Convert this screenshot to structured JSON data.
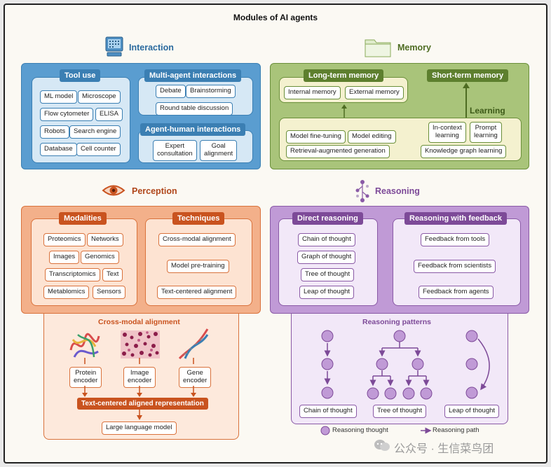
{
  "title": "Modules of AI agents",
  "interaction": {
    "title": "Interaction",
    "tool_use": {
      "header": "Tool use",
      "items": [
        "ML model",
        "Microscope",
        "Flow cytometer",
        "ELISA",
        "Robots",
        "Search engine",
        "Database",
        "Cell counter"
      ]
    },
    "multi_agent": {
      "header": "Multi-agent interactions",
      "items": [
        "Debate",
        "Brainstorming",
        "Round table discussion"
      ]
    },
    "agent_human": {
      "header": "Agent-human interactions",
      "items": [
        "Expert\nconsultation",
        "Goal\nalignment"
      ]
    }
  },
  "memory": {
    "title": "Memory",
    "long_term": {
      "header": "Long-term memory",
      "items": [
        "Internal memory",
        "External memory"
      ]
    },
    "short_term": {
      "header": "Short-term memory"
    },
    "learning_label": "Learning",
    "learning_items": [
      "Model fine-tuning",
      "Model editing",
      "Retrieval-augmented generation",
      "In-context\nlearning",
      "Prompt\nlearning",
      "Knowledge graph learning"
    ]
  },
  "perception": {
    "title": "Perception",
    "modalities": {
      "header": "Modalities",
      "items": [
        "Proteomics",
        "Networks",
        "Images",
        "Genomics",
        "Transcriptomics",
        "Text",
        "Metablomics",
        "Sensors"
      ]
    },
    "techniques": {
      "header": "Techniques",
      "items": [
        "Cross-modal alignment",
        "Model pre-training",
        "Text-centered alignment"
      ]
    },
    "cross_modal": {
      "label": "Cross-modal alignment",
      "encoders": [
        "Protein\nencoder",
        "Image\nencoder",
        "Gene\nencoder"
      ],
      "aligned": "Text-centered aligned representation",
      "llm": "Large language model"
    }
  },
  "reasoning": {
    "title": "Reasoning",
    "direct": {
      "header": "Direct reasoning",
      "items": [
        "Chain of thought",
        "Graph of thought",
        "Tree of thought",
        "Leap of thought"
      ]
    },
    "feedback": {
      "header": "Reasoning with feedback",
      "items": [
        "Feedback from tools",
        "Feedback from scientists",
        "Feedback from agents"
      ]
    },
    "patterns": {
      "label": "Reasoning patterns",
      "names": [
        "Chain of thought",
        "Tree of thought",
        "Leap of thought"
      ]
    },
    "legend": {
      "thought": "Reasoning thought",
      "path": "Reasoning path"
    }
  },
  "watermark": "公众号 · 生信菜鸟团",
  "colors": {
    "blue": "#3b7fb3",
    "blue_bg": "#5a9dd0",
    "blue_sub": "#d6e8f5",
    "green": "#5d7f2e",
    "green_bg": "#a9c47a",
    "green_sub": "#f4f1cf",
    "orange": "#c9531f",
    "orange_bg": "#f3b08a",
    "orange_sub": "#fde3d2",
    "purple": "#7d4a98",
    "purple_bg": "#c09ad6",
    "purple_sub": "#f2e8f8"
  }
}
